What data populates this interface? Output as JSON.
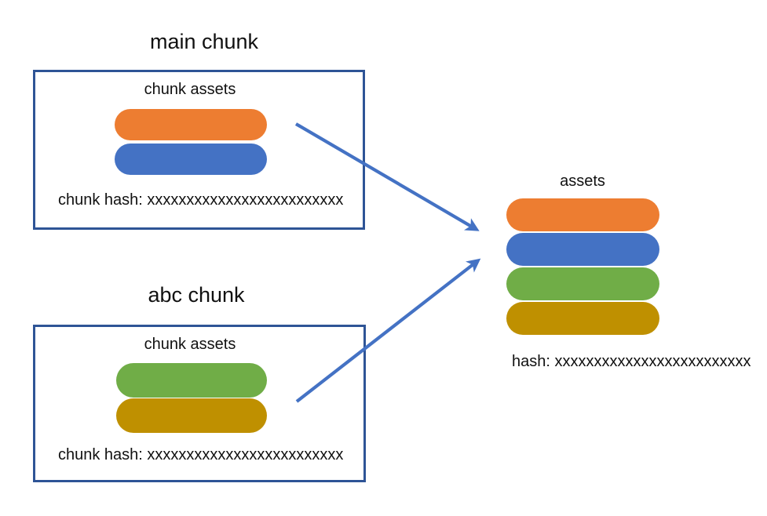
{
  "diagram": {
    "title_text_color": "#111111",
    "box_border_color": "#2E5496",
    "arrow_color": "#4472C4",
    "background": "#FFFFFF"
  },
  "palette": {
    "orange": "#ED7D31",
    "blue": "#4472C4",
    "green": "#70AD47",
    "gold": "#BF9000"
  },
  "main_chunk": {
    "title": "main chunk",
    "assets_label": "chunk assets",
    "hash_label": "chunk hash: xxxxxxxxxxxxxxxxxxxxxxxxx",
    "assets": [
      {
        "name": "asset-orange",
        "color": "#ED7D31"
      },
      {
        "name": "asset-blue",
        "color": "#4472C4"
      }
    ]
  },
  "abc_chunk": {
    "title": "abc chunk",
    "assets_label": "chunk assets",
    "hash_label": "chunk hash: xxxxxxxxxxxxxxxxxxxxxxxxx",
    "assets": [
      {
        "name": "asset-green",
        "color": "#70AD47"
      },
      {
        "name": "asset-gold",
        "color": "#BF9000"
      }
    ]
  },
  "output": {
    "title": "assets",
    "hash_label": "hash: xxxxxxxxxxxxxxxxxxxxxxxxx",
    "assets": [
      {
        "name": "asset-orange",
        "color": "#ED7D31"
      },
      {
        "name": "asset-blue",
        "color": "#4472C4"
      },
      {
        "name": "asset-green",
        "color": "#70AD47"
      },
      {
        "name": "asset-gold",
        "color": "#BF9000"
      }
    ]
  },
  "arrows": [
    {
      "name": "arrow-main-to-assets",
      "from": "main chunk",
      "to": "assets"
    },
    {
      "name": "arrow-abc-to-assets",
      "from": "abc chunk",
      "to": "assets"
    }
  ]
}
